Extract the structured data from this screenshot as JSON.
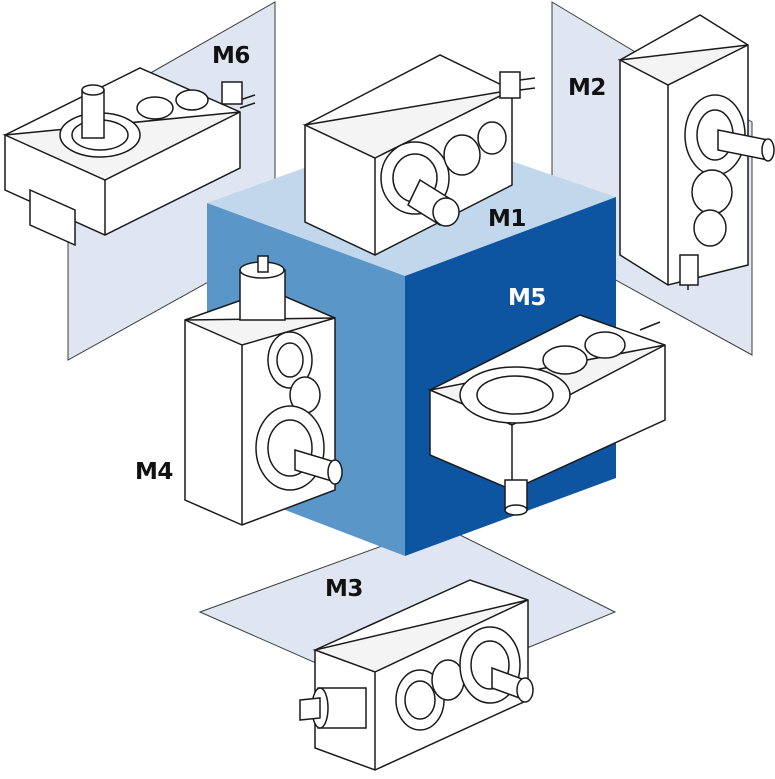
{
  "colors": {
    "cube_front": "#5b96c9",
    "cube_right": "#0d55a0",
    "cube_top": "#c0d7ec",
    "plane_fill": "#dfe6f1",
    "plane_stroke": "#3c3c3c",
    "gearbox_fill": "#ffffff",
    "gearbox_stroke": "#1a1a1a",
    "label_dark": "#111111",
    "label_light": "#ffffff"
  },
  "labels": {
    "m1": "M1",
    "m2": "M2",
    "m3": "M3",
    "m4": "M4",
    "m5": "M5",
    "m6": "M6"
  }
}
